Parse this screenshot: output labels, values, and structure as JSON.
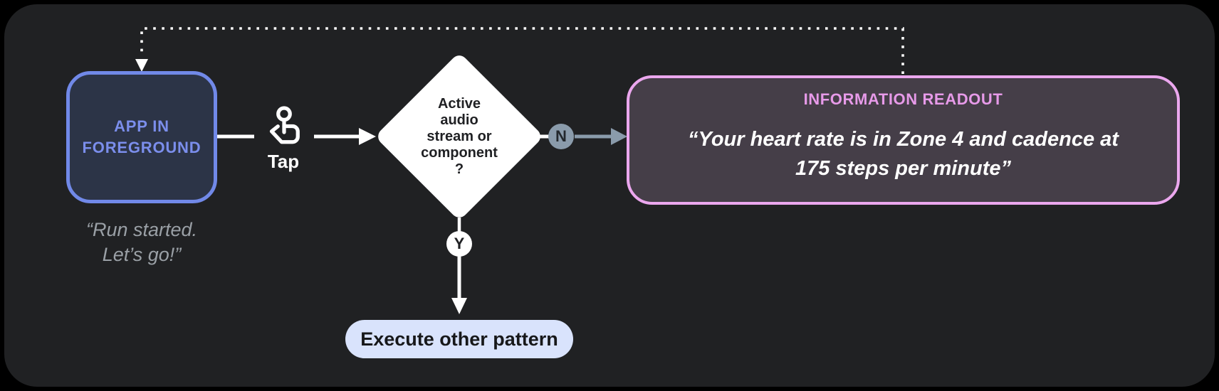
{
  "colors": {
    "outer_bg": "#000000",
    "panel_bg": "#202123",
    "app_box_border": "#7189E8",
    "app_box_fill": "#2C3447",
    "app_box_text": "#7B8EEC",
    "caption_text": "#9AA0A6",
    "connector_white": "#FFFFFF",
    "decision_fill": "#FFFFFF",
    "decision_text": "#202124",
    "no_branch_color": "#8A9BAB",
    "readout_border": "#EBA7EE",
    "readout_fill": "#453E48",
    "readout_title_text": "#E79AE9",
    "readout_quote_text": "#FFFFFF",
    "action_pill_fill": "#D9E3FC",
    "action_pill_text": "#17181A"
  },
  "app_state": {
    "label": "APP IN\nFOREGROUND",
    "caption": "“Run started.\nLet’s go!”"
  },
  "trigger": {
    "label": "Tap",
    "icon": "tap-gesture-icon"
  },
  "decision": {
    "question": "Active\naudio\nstream or\ncomponent\n?"
  },
  "branches": {
    "no_label": "N",
    "yes_label": "Y"
  },
  "readout": {
    "title": "INFORMATION READOUT",
    "quote": "“Your heart rate is in Zone 4 and cadence at\n175 steps per minute”"
  },
  "action": {
    "label": "Execute other pattern"
  }
}
